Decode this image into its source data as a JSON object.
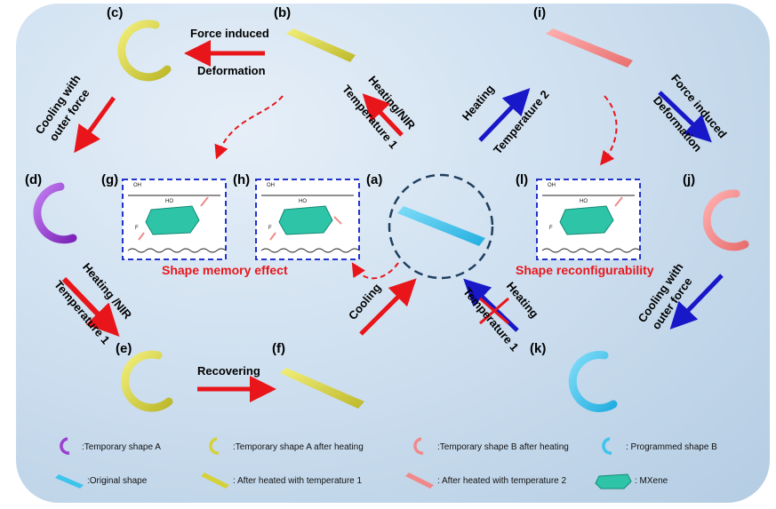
{
  "panel_labels": {
    "a": "(a)",
    "b": "(b)",
    "c": "(c)",
    "d": "(d)",
    "e": "(e)",
    "f": "(f)",
    "g": "(g)",
    "h": "(h)",
    "i": "(i)",
    "j": "(j)",
    "k": "(k)",
    "l": "(l)"
  },
  "arrow_text": {
    "force_induced": "Force induced",
    "deformation": "Deformation",
    "cooling_outer_1": "Cooling with",
    "cooling_outer_2": "outer force",
    "heating_nir_top": "Heating/NIR",
    "temperature1_top": "Temperature 1",
    "heating_top_right": "Heating",
    "temperature2_top_right": "Temperature 2",
    "force_induced_right": "Force induced",
    "deformation_right": "Deformation",
    "heating_nir_left": "Heating /NIR",
    "temperature1_left": "Temperature 1",
    "recovering": "Recovering",
    "cooling": "Cooling",
    "heating_bottom_right": "Heating",
    "temperature1_bottom_right": "Temperature 1",
    "cooling_outer_right_1": "Cooling with",
    "cooling_outer_right_2": "outer force"
  },
  "effects": {
    "shape_memory": "Shape memory effect",
    "shape_reconfig": "Shape reconfigurability"
  },
  "chemistry": {
    "oh": "OH",
    "ho": "HO",
    "f": "F"
  },
  "legend": {
    "temp_a": ":Temporary shape A",
    "temp_a_heat": ":Temporary shape A after heating",
    "temp_b_heat": ":Temporary shape B after heating",
    "prog_b": ": Programmed shape B",
    "original": ":Original shape",
    "heated_t1": ": After heated with temperature 1",
    "heated_t2": ": After heated with temperature 2",
    "mxene": ": MXene"
  },
  "colors": {
    "yellow": "#d4d13a",
    "purple": "#9b3fd0",
    "pink": "#f08a8a",
    "cyan": "#3fc4ec",
    "red_arrow": "#e8161b",
    "blue_arrow": "#1818c8",
    "mxene": "#2ec4a8"
  }
}
